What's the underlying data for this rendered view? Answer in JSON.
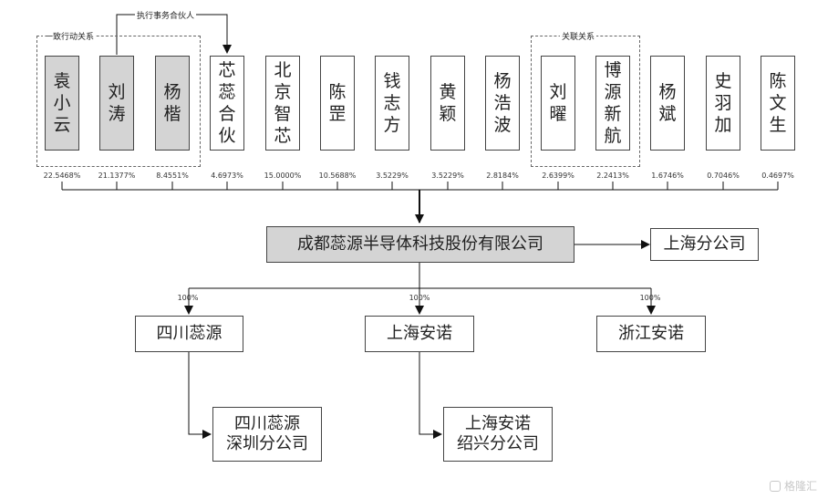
{
  "group_labels": {
    "concert": "一致行动关系",
    "related": "关联关系",
    "executive_partner": "执行事务合伙人"
  },
  "shareholders": [
    {
      "name": "袁小云",
      "pct": "22.5468%"
    },
    {
      "name": "刘涛",
      "pct": "21.1377%"
    },
    {
      "name": "杨楷",
      "pct": "8.4551%"
    },
    {
      "name": "芯蕊合伙",
      "pct": "4.6973%"
    },
    {
      "name": "北京智芯",
      "pct": "15.0000%"
    },
    {
      "name": "陈罡",
      "pct": "10.5688%"
    },
    {
      "name": "钱志方",
      "pct": "3.5229%"
    },
    {
      "name": "黄颖",
      "pct": "3.5229%"
    },
    {
      "name": "杨浩波",
      "pct": "2.8184%"
    },
    {
      "name": "刘曜",
      "pct": "2.6399%"
    },
    {
      "name": "博源新航",
      "pct": "2.2413%"
    },
    {
      "name": "杨斌",
      "pct": "1.6746%"
    },
    {
      "name": "史羽加",
      "pct": "0.7046%"
    },
    {
      "name": "陈文生",
      "pct": "0.4697%"
    }
  ],
  "company": {
    "name": "成都蕊源半导体科技股份有限公司",
    "branch": "上海分公司"
  },
  "subsidiaries": [
    {
      "name": "四川蕊源",
      "pct": "100%",
      "branch": [
        "四川蕊源",
        "深圳分公司"
      ]
    },
    {
      "name": "上海安诺",
      "pct": "100%",
      "branch": [
        "上海安诺",
        "绍兴分公司"
      ]
    },
    {
      "name": "浙江安诺",
      "pct": "100%"
    }
  ],
  "watermark": "格隆汇",
  "colors": {
    "highlight": "#d4d4d4",
    "line": "#222222"
  }
}
